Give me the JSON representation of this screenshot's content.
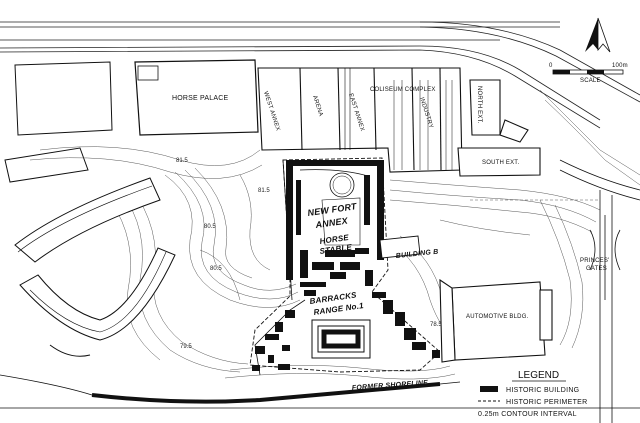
{
  "map": {
    "labels": {
      "horse_palace": "HORSE PALACE",
      "west_annex": "WEST ANNEX",
      "arena": "ARENA",
      "east_annex": "EAST ANNEX",
      "coliseum_complex": "COLISEUM COMPLEX",
      "industry": "INDUSTRY",
      "north_ext": "NORTH EXT.",
      "south_ext": "SOUTH EXT.",
      "new_fort_annex_1": "NEW FORT",
      "new_fort_annex_2": "ANNEX",
      "horse_stable_1": "HORSE",
      "horse_stable_2": "STABLE",
      "building_b": "BUILDING B",
      "barracks_1": "BARRACKS",
      "barracks_2": "RANGE No.1",
      "automotive_bldg": "AUTOMOTIVE BLDG.",
      "princes_gates_1": "PRINCES'",
      "princes_gates_2": "GATES",
      "former_shoreline": "FORMER SHORELINE"
    },
    "contour_labels": [
      "81.5",
      "81.5",
      "80.5",
      "80.5",
      "79.5",
      "78.5"
    ],
    "scale": {
      "start": "0",
      "end": "100m",
      "label": "SCALE"
    }
  },
  "legend": {
    "title": "LEGEND",
    "items": [
      {
        "symbol": "filled-block",
        "label": "HISTORIC BUILDING"
      },
      {
        "symbol": "dashed-line",
        "label": "HISTORIC PERIMETER"
      },
      {
        "symbol": "none",
        "label": "0.25m CONTOUR INTERVAL"
      }
    ]
  },
  "colors": {
    "ink": "#111111",
    "paper": "#ffffff"
  }
}
